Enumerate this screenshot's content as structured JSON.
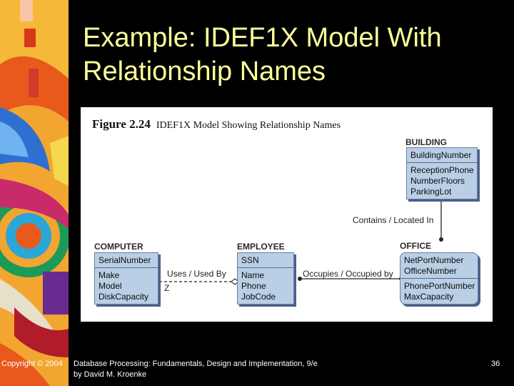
{
  "slide": {
    "title_line1": "Example: IDEF1X Model With",
    "title_line2": "Relationship Names"
  },
  "figure": {
    "caption_number": "Figure 2.24",
    "caption_text": "IDEF1X Model Showing Relationship Names"
  },
  "entities": {
    "building": {
      "name": "BUILDING",
      "key": [
        "BuildingNumber"
      ],
      "attributes": [
        "ReceptionPhone",
        "NumberFloors",
        "ParkingLot"
      ]
    },
    "computer": {
      "name": "COMPUTER",
      "key": [
        "SerialNumber"
      ],
      "attributes": [
        "Make",
        "Model",
        "DiskCapacity"
      ]
    },
    "employee": {
      "name": "EMPLOYEE",
      "key": [
        "SSN"
      ],
      "attributes": [
        "Name",
        "Phone",
        "JobCode"
      ]
    },
    "office": {
      "name": "OFFICE",
      "key": [
        "NetPortNumber",
        "OfficeNumber"
      ],
      "attributes": [
        "PhonePortNumber",
        "MaxCapacity"
      ]
    }
  },
  "relationships": {
    "contains": "Contains / Located In",
    "uses": "Uses / Used By",
    "uses_cardinality": "Z",
    "occupies": "Occupies / Occupied by"
  },
  "footer": {
    "copyright": "Copyright © 2004",
    "book_line1": "Database Processing: Fundamentals, Design and Implementation, 9/e",
    "book_line2": "by David M. Kroenke",
    "page_number": "36"
  },
  "colors": {
    "background": "#000000",
    "title": "#ffff99",
    "entity_fill": "#b9cfe6",
    "entity_shadow": "#4a5f8a"
  }
}
